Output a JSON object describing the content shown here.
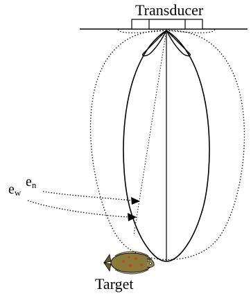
{
  "labels": {
    "transducer": "Transducer",
    "target": "Target",
    "e_n_base": "e",
    "e_n_sub": "n",
    "e_w_base": "e",
    "e_w_sub": "w"
  },
  "colors": {
    "ink": "#000000",
    "background": "#ffffff",
    "fish_body": "#8a7a3a",
    "fish_spots": "#b84a2a"
  },
  "icons": {
    "target_fish": "flatfish-icon"
  }
}
